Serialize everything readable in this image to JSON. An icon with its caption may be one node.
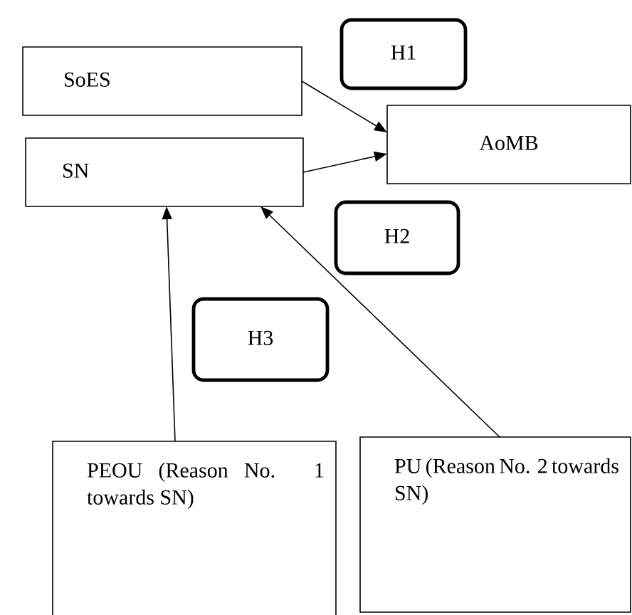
{
  "diagram": {
    "nodes": [
      {
        "text": [
          "SoES"
        ]
      },
      {
        "text": [
          "SN"
        ]
      },
      {
        "text": [
          "AoMB"
        ]
      },
      {
        "text": [
          "H1"
        ]
      },
      {
        "text": [
          "H2"
        ]
      },
      {
        "text": [
          "H3"
        ]
      },
      {
        "text": [
          "PEOU (Reason No. 1 towards SN)"
        ]
      },
      {
        "text": [
          "PU (Reason No. 2 towards SN)"
        ]
      }
    ],
    "edges": [
      {
        "from": 0,
        "to": 2,
        "arrow": "to"
      },
      {
        "from": 1,
        "to": 2,
        "arrow": "to"
      },
      {
        "from": 6,
        "to": 1,
        "arrow": "to"
      },
      {
        "from": 7,
        "to": 1,
        "arrow": "to"
      }
    ]
  }
}
